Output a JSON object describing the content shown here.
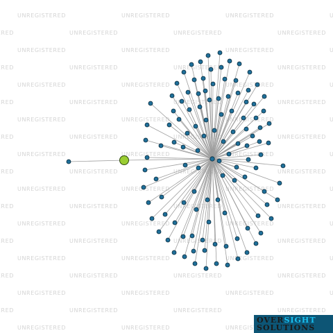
{
  "watermark": {
    "text": "UNREGISTERED"
  },
  "logo": {
    "line1_a": "OVER",
    "line1_b": "SIGHT",
    "line2": "SOLUTIONS"
  },
  "colors": {
    "edge": "#9e9e9e",
    "node": "#1f6f99",
    "focus_node": "#9acd32"
  },
  "graph": {
    "focus_node": "entity-focus",
    "hub_node": "hub",
    "peripheral_count": 100
  }
}
